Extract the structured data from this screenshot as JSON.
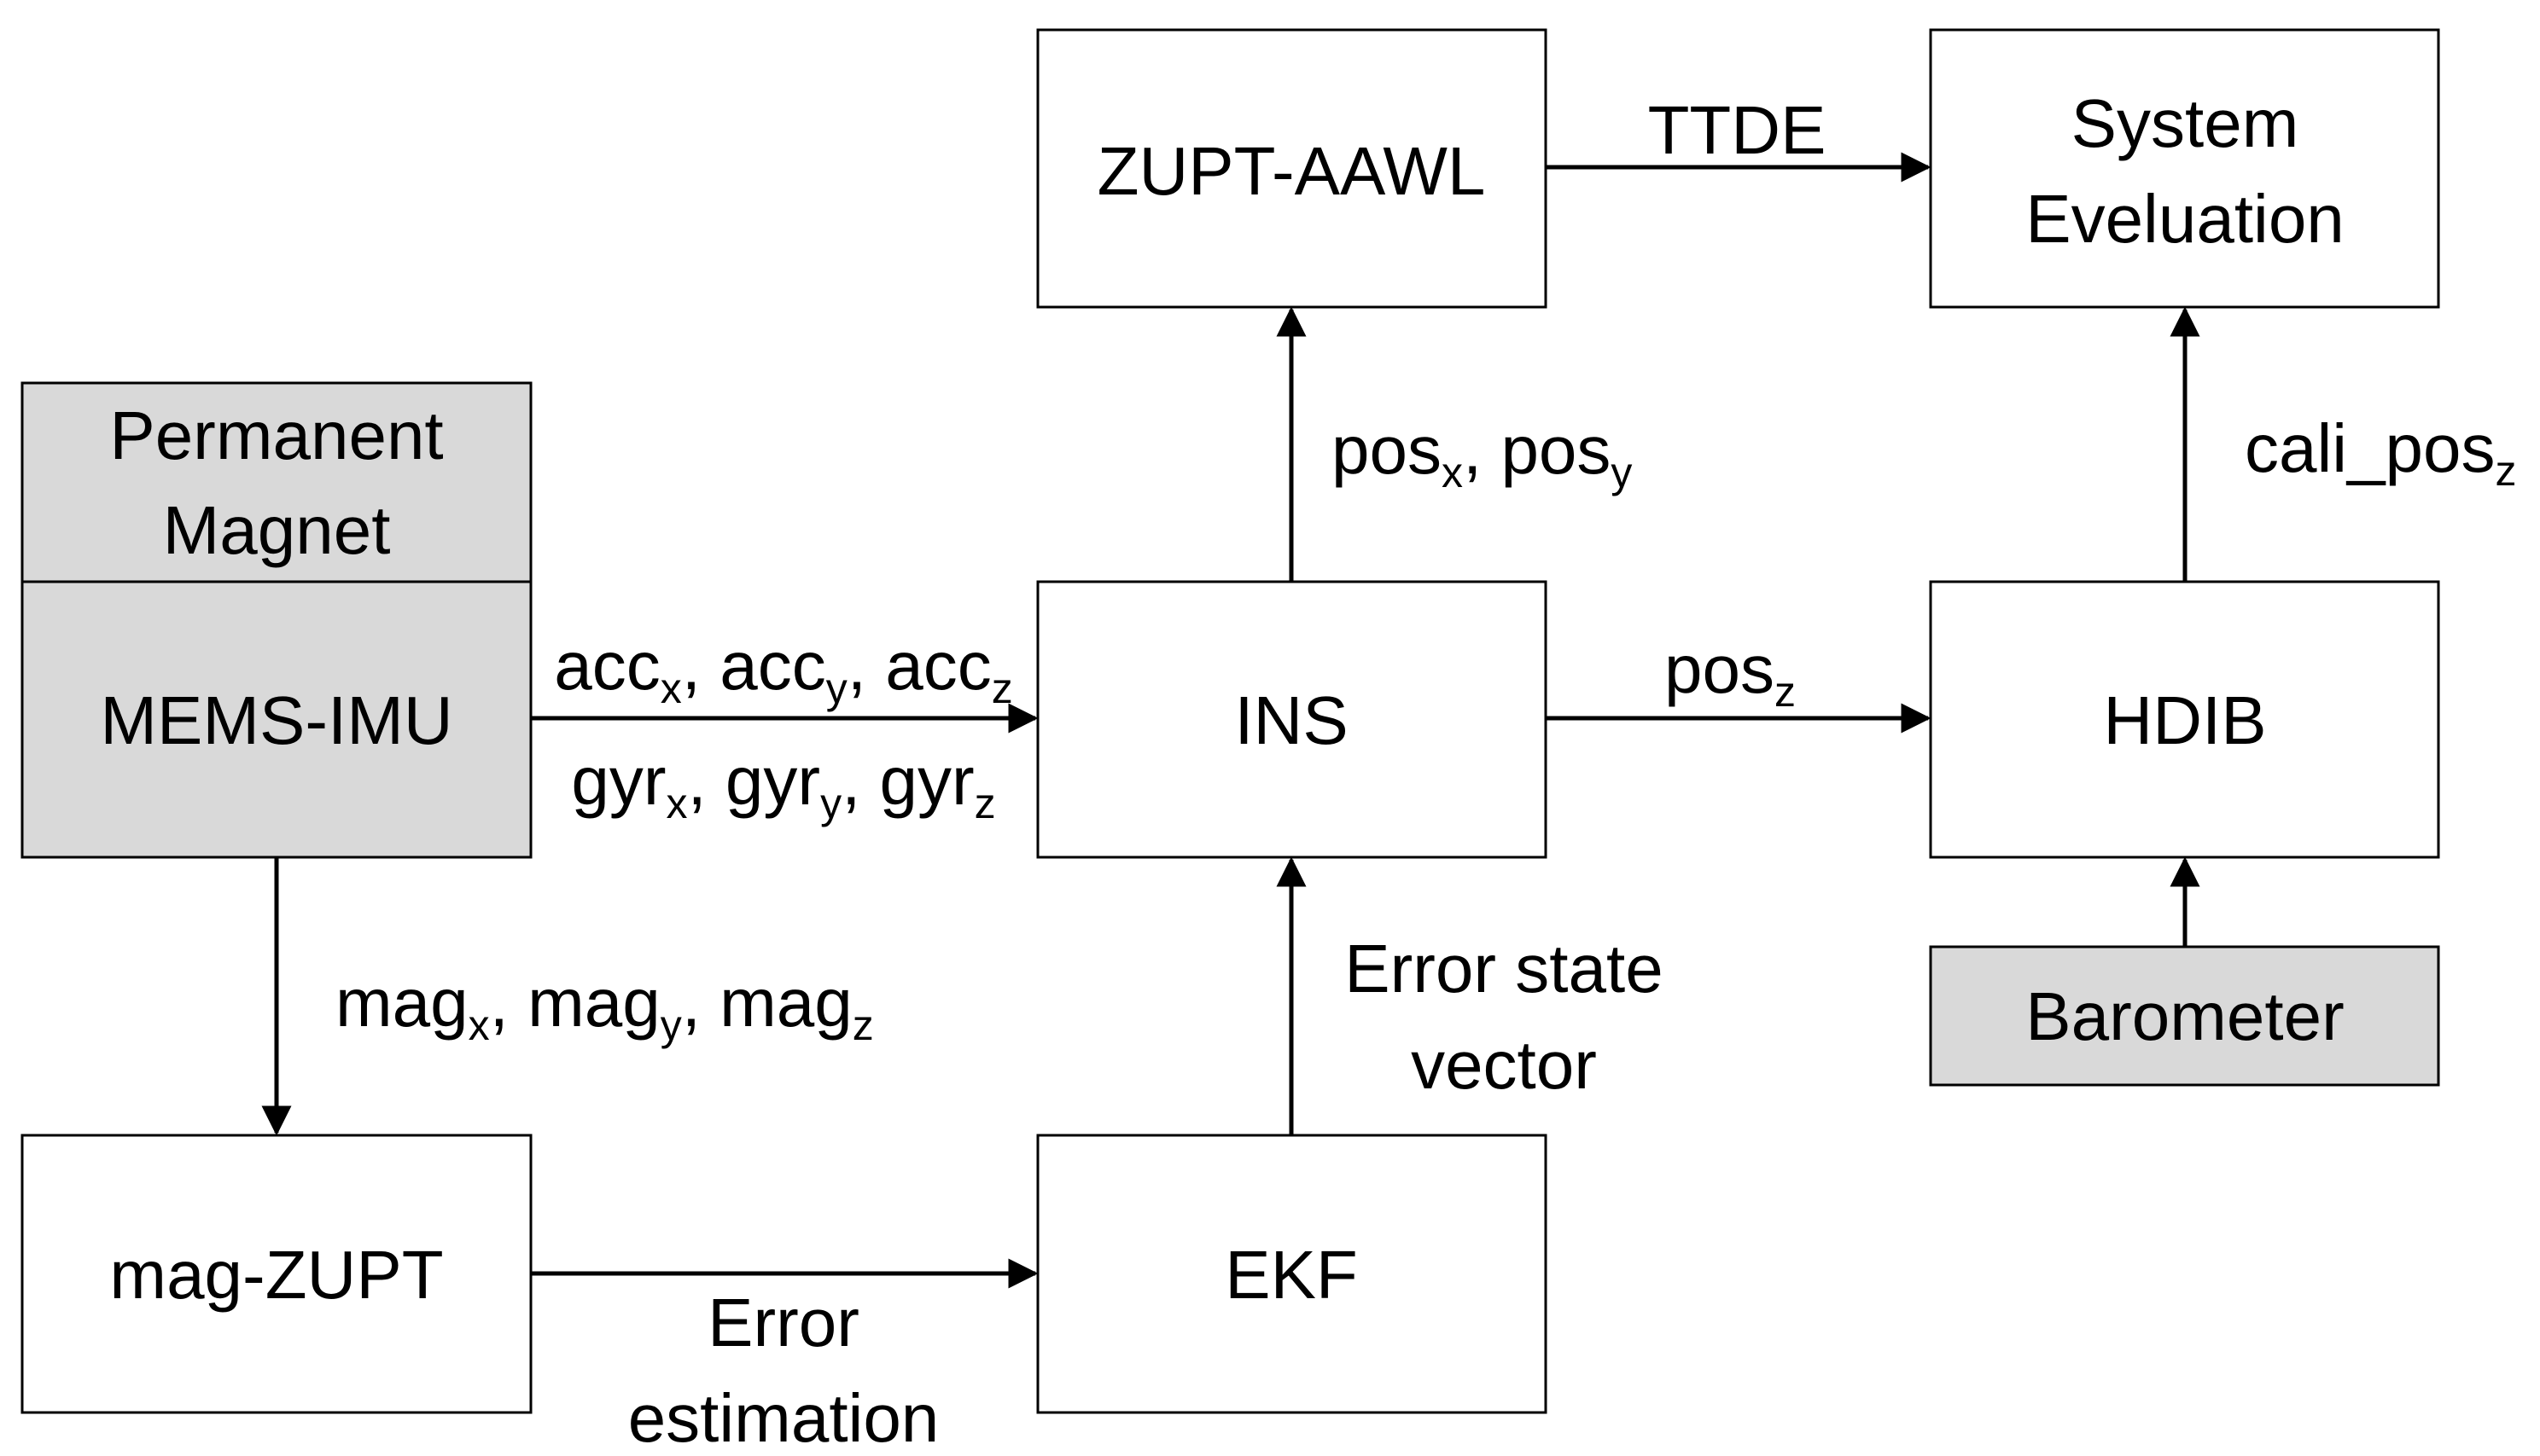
{
  "colors": {
    "input_fill": "#d9d9d9",
    "box_fill": "#ffffff",
    "stroke": "#000000",
    "text": "#000000"
  },
  "nodes": {
    "zupt_aawl": "ZUPT-AAWL",
    "system_eval_line1": "System",
    "system_eval_line2": "Eveluation",
    "permanent_magnet_line1": "Permanent",
    "permanent_magnet_line2": "Magnet",
    "mems_imu": "MEMS-IMU",
    "ins": "INS",
    "hdib": "HDIB",
    "barometer": "Barometer",
    "mag_zupt": "mag-ZUPT",
    "ekf": "EKF"
  },
  "edges": {
    "ttde": "TTDE",
    "pos_xy": {
      "a": "pos",
      "a_sub": "x",
      "sep": ", ",
      "b": "pos",
      "b_sub": "y"
    },
    "cali_pos": {
      "base": "cali_pos",
      "sub": "z"
    },
    "acc": {
      "a": "acc",
      "a_sub": "x",
      "sep1": ", ",
      "b": "acc",
      "b_sub": "y",
      "sep2": ", ",
      "c": "acc",
      "c_sub": "z"
    },
    "gyr": {
      "a": "gyr",
      "a_sub": "x",
      "sep1": ", ",
      "b": "gyr",
      "b_sub": "y",
      "sep2": ", ",
      "c": "gyr",
      "c_sub": "z"
    },
    "pos_z": {
      "base": "pos",
      "sub": "z"
    },
    "mag": {
      "a": "mag",
      "a_sub": "x",
      "sep1": ", ",
      "b": "mag",
      "b_sub": "y",
      "sep2": ", ",
      "c": "mag",
      "c_sub": "z"
    },
    "error_state_line1": "Error state",
    "error_state_line2": "vector",
    "error_est_line1": "Error",
    "error_est_line2": "estimation"
  }
}
